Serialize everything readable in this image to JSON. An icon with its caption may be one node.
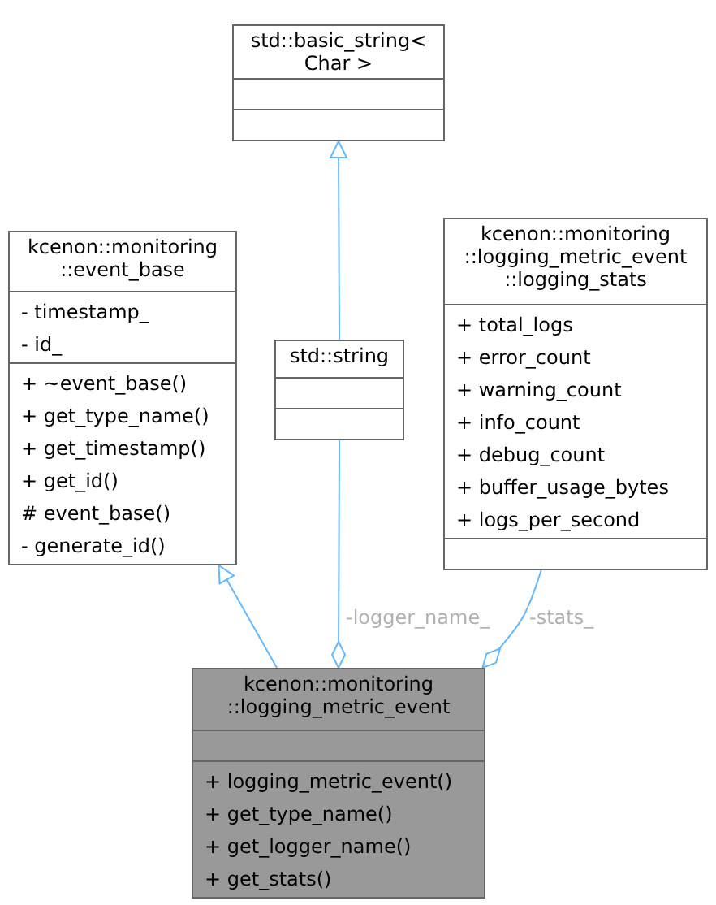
{
  "diagram": {
    "nodes": [
      {
        "text": [
          "std::basic_string< Char >"
        ]
      },
      {
        "text": [
          "kcenon::monitoring ::event_base",
          "- timestamp_",
          "- id_",
          "+ ~event_base()",
          "+ get_type_name()",
          "+ get_timestamp()",
          "+ get_id()",
          "# event_base()",
          "- generate_id()"
        ]
      },
      {
        "text": [
          "std::string"
        ]
      },
      {
        "text": [
          "kcenon::monitoring ::logging_metric_event ::logging_stats",
          "+ total_logs",
          "+ error_count",
          "+ warning_count",
          "+ info_count",
          "+ debug_count",
          "+ buffer_usage_bytes",
          "+ logs_per_second"
        ]
      },
      {
        "text": [
          "kcenon::monitoring ::logging_metric_event",
          "+ logging_metric_event()",
          "+ get_type_name()",
          "+ get_logger_name()",
          "+ get_stats()"
        ]
      }
    ],
    "edges": [
      {
        "from": 2,
        "to": 0,
        "arrow": "to"
      },
      {
        "from": 4,
        "to": 1,
        "arrow": "to"
      },
      {
        "from": 2,
        "to": 4,
        "arrow": "other",
        "label": "-logger_name_"
      },
      {
        "from": 3,
        "to": 4,
        "arrow": "other",
        "label": "-stats_"
      }
    ]
  }
}
